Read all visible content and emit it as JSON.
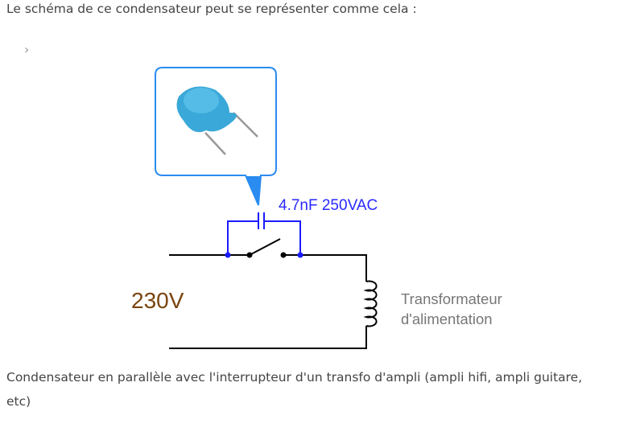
{
  "intro_text": "Le schéma de ce condensateur peut se représenter comme cela :",
  "chevron": "›",
  "diagram": {
    "capacitor_label": "4.7nF 250VAC",
    "voltage_label": "230V",
    "transformer_label_line1": "Transformateur",
    "transformer_label_line2": "d'alimentation",
    "colors": {
      "callout": "#2a8cf0",
      "bypass_wire": "#1a1aff",
      "wire": "#000000",
      "voltage": "#7a4510",
      "capacitor_body": "#3aa8d8"
    }
  },
  "caption_line1": "Condensateur en parallèle avec l'interrupteur d'un transfo d'ampli (ampli hifi, ampli guitare,",
  "caption_line2": "etc)"
}
